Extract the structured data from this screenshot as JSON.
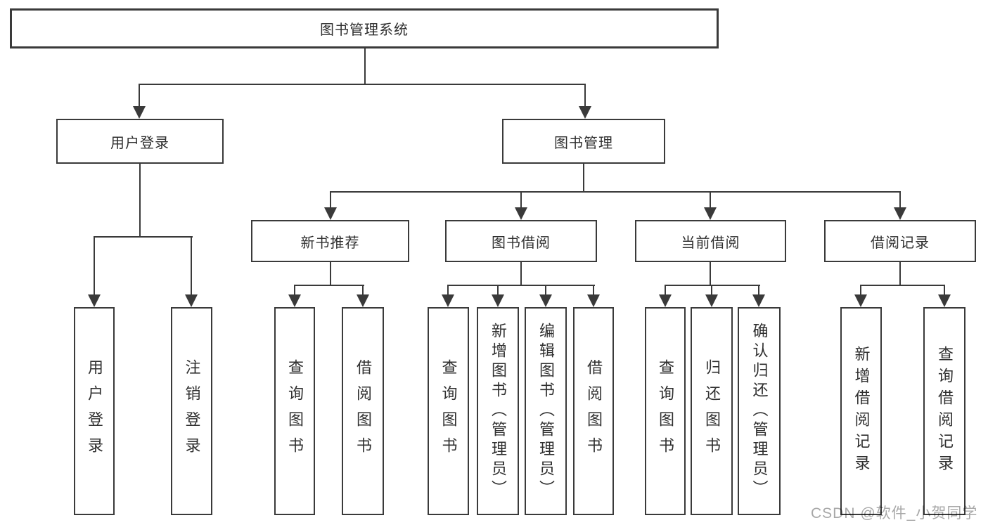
{
  "tree": {
    "label": "图书管理系统",
    "children": [
      {
        "label": "用户登录",
        "children": [
          {
            "label": "用户登录"
          },
          {
            "label": "注销登录"
          }
        ]
      },
      {
        "label": "图书管理",
        "children": [
          {
            "label": "新书推荐",
            "children": [
              {
                "label": "查询图书"
              },
              {
                "label": "借阅图书"
              }
            ]
          },
          {
            "label": "图书借阅",
            "children": [
              {
                "label": "查询图书"
              },
              {
                "label": "新增图书（管理员）"
              },
              {
                "label": "编辑图书（管理员）"
              },
              {
                "label": "借阅图书"
              }
            ]
          },
          {
            "label": "当前借阅",
            "children": [
              {
                "label": "查询图书"
              },
              {
                "label": "归还图书"
              },
              {
                "label": "确认归还（管理员）"
              }
            ]
          },
          {
            "label": "借阅记录",
            "children": [
              {
                "label": "新增借阅记录"
              },
              {
                "label": "查询借阅记录"
              }
            ]
          }
        ]
      }
    ]
  },
  "watermark": {
    "text": "CSDN @软件_小贺同学"
  },
  "colors": {
    "line": "#3a3a3a",
    "text": "#2f2f2f",
    "watermark": "#a8a8a8",
    "background": "#ffffff"
  }
}
